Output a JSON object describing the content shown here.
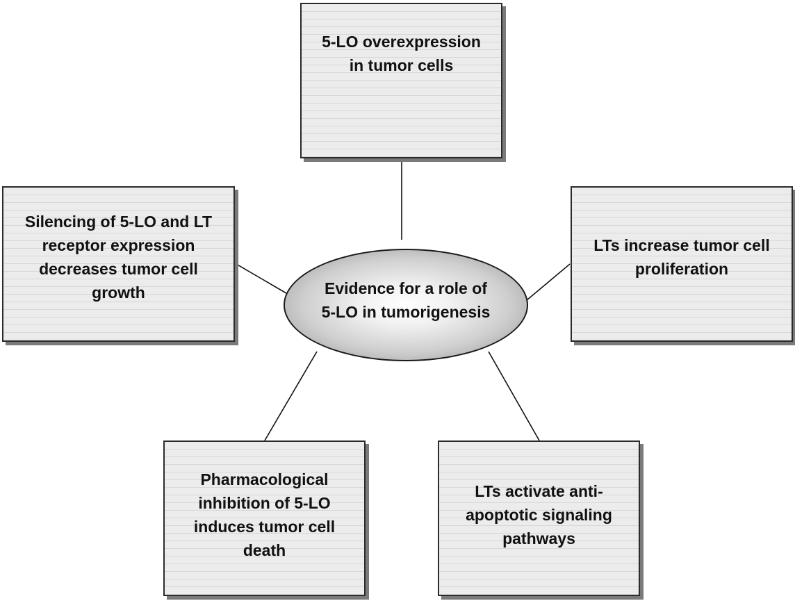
{
  "center": {
    "text": "Evidence for a role of\n5-LO in tumorigenesis"
  },
  "boxes": {
    "top": "5-LO overexpression\nin tumor cells",
    "left": "Silencing of 5-LO and LT\nreceptor expression\ndecreases tumor cell\ngrowth",
    "right": "LTs increase tumor cell\nproliferation",
    "bottom_left": "Pharmacological\ninhibition of 5-LO\ninduces tumor cell\ndeath",
    "bottom_right": "LTs activate anti-\napoptotic signaling\npathways"
  }
}
